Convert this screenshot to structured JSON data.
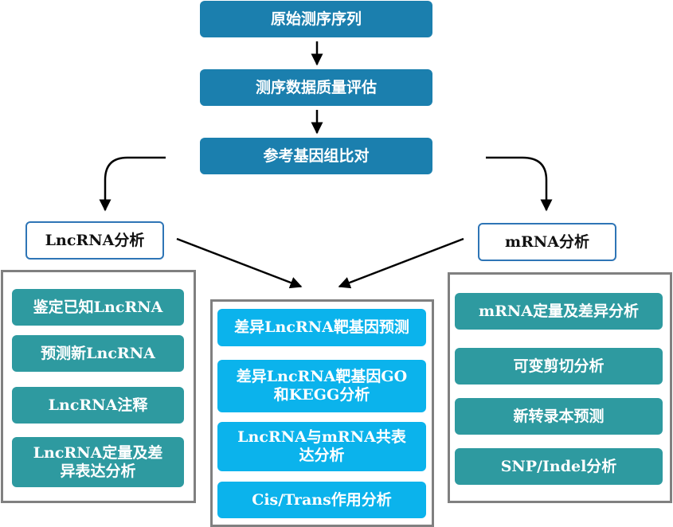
{
  "flow": {
    "step1": "原始测序序列",
    "step2": "测序数据质量评估",
    "step3": "参考基因组比对"
  },
  "branches": {
    "lnc_label": "LncRNA分析",
    "mrna_label": "mRNA分析"
  },
  "lnc_panel": {
    "items": [
      "鉴定已知LncRNA",
      "预测新LncRNA",
      "LncRNA注释",
      "LncRNA定量及差异表达分析"
    ]
  },
  "center_panel": {
    "items": [
      "差异LncRNA靶基因预测",
      "差异LncRNA靶基因GO和KEGG分析",
      "LncRNA与mRNA共表达分析",
      "Cis/Trans作用分析"
    ]
  },
  "mrna_panel": {
    "items": [
      "mRNA定量及差异分析",
      "可变剪切分析",
      "新转录本预测",
      "SNP/Indel分析"
    ]
  },
  "colors": {
    "flow_box": "#1b7fae",
    "teal_box": "#2e9aa0",
    "cyan_box": "#0bb3ec",
    "outline": "#2e75b6",
    "panel_border": "#808080"
  }
}
